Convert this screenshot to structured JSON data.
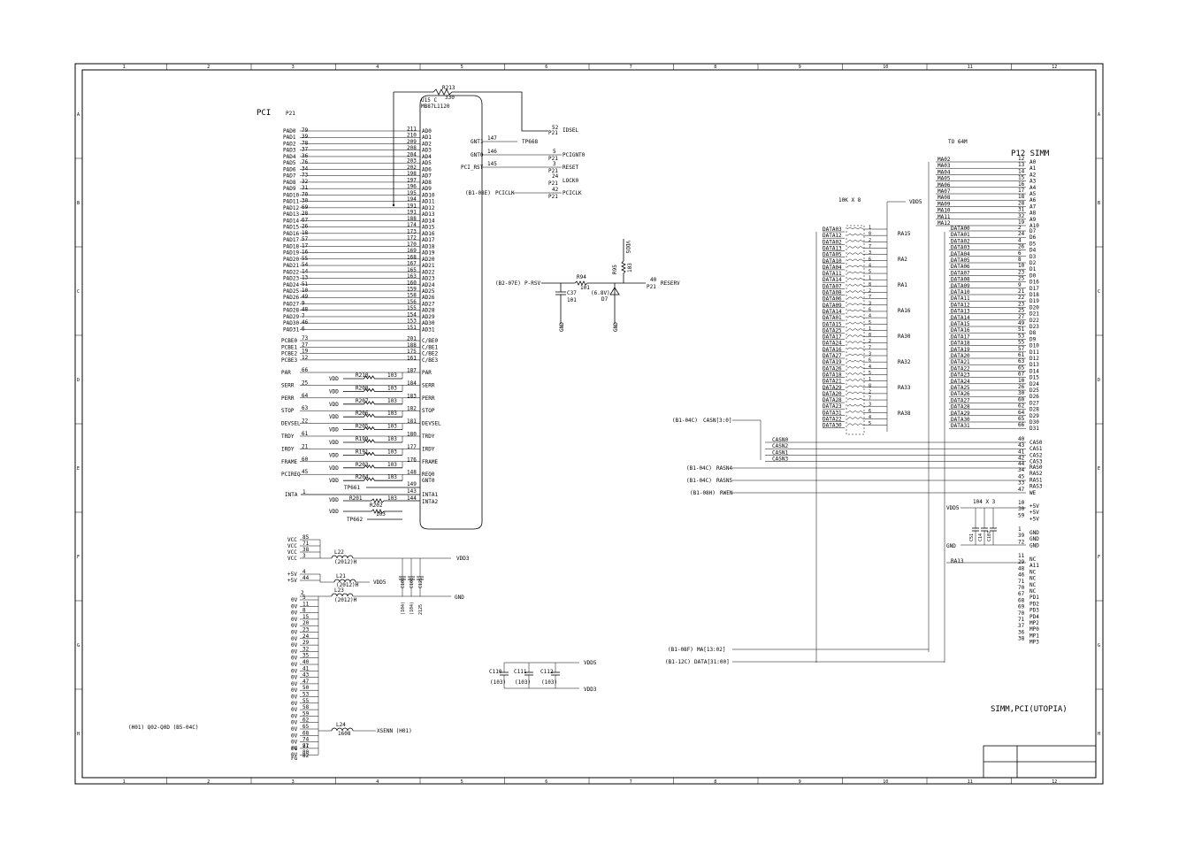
{
  "border": {
    "cols": [
      "1",
      "2",
      "3",
      "4",
      "5",
      "6",
      "7",
      "8",
      "9",
      "10",
      "11",
      "12"
    ],
    "rows": [
      "A",
      "B",
      "C",
      "D",
      "E",
      "F",
      "G",
      "H"
    ]
  },
  "pci": {
    "label": "PCI",
    "connector": "P21",
    "chip_ref": "U15 C",
    "chip_part": "MB87L1120",
    "r213": "R213",
    "r213_val": "330",
    "pins": [
      {
        "net": "PAD0",
        "p": "79",
        "u": "211",
        "sig": "AD0"
      },
      {
        "net": "PAD1",
        "p": "39",
        "u": "210",
        "sig": "AD1"
      },
      {
        "net": "PAD2",
        "p": "78",
        "u": "209",
        "sig": "AD2"
      },
      {
        "net": "PAD3",
        "p": "37",
        "u": "208",
        "sig": "AD3"
      },
      {
        "net": "PAD4",
        "p": "36",
        "u": "204",
        "sig": "AD4"
      },
      {
        "net": "PAD5",
        "p": "76",
        "u": "203",
        "sig": "AD5"
      },
      {
        "net": "PAD6",
        "p": "34",
        "u": "202",
        "sig": "AD6"
      },
      {
        "net": "PAD7",
        "p": "73",
        "u": "198",
        "sig": "AD7"
      },
      {
        "net": "PAD8",
        "p": "32",
        "u": "197",
        "sig": "AD8"
      },
      {
        "net": "PAD9",
        "p": "31",
        "u": "196",
        "sig": "AD9"
      },
      {
        "net": "PAD10",
        "p": "70",
        "u": "195",
        "sig": "AD10"
      },
      {
        "net": "PAD11",
        "p": "30",
        "u": "194",
        "sig": "AD11"
      },
      {
        "net": "PAD12",
        "p": "69",
        "u": "191",
        "sig": "AD12"
      },
      {
        "net": "PAD13",
        "p": "28",
        "u": "191",
        "sig": "AD13"
      },
      {
        "net": "PAD14",
        "p": "67",
        "u": "188",
        "sig": "AD14"
      },
      {
        "net": "PAD15",
        "p": "26",
        "u": "174",
        "sig": "AD15"
      },
      {
        "net": "PAD16",
        "p": "18",
        "u": "173",
        "sig": "AD16"
      },
      {
        "net": "PAD17",
        "p": "57",
        "u": "172",
        "sig": "AD17"
      },
      {
        "net": "PAD18",
        "p": "17",
        "u": "170",
        "sig": "AD18"
      },
      {
        "net": "PAD19",
        "p": "16",
        "u": "169",
        "sig": "AD19"
      },
      {
        "net": "PAD20",
        "p": "55",
        "u": "168",
        "sig": "AD20"
      },
      {
        "net": "PAD21",
        "p": "54",
        "u": "167",
        "sig": "AD21"
      },
      {
        "net": "PAD22",
        "p": "14",
        "u": "165",
        "sig": "AD22"
      },
      {
        "net": "PAD23",
        "p": "13",
        "u": "163",
        "sig": "AD23"
      },
      {
        "net": "PAD24",
        "p": "51",
        "u": "160",
        "sig": "AD24"
      },
      {
        "net": "PAD25",
        "p": "10",
        "u": "159",
        "sig": "AD25"
      },
      {
        "net": "PAD26",
        "p": "49",
        "u": "158",
        "sig": "AD26"
      },
      {
        "net": "PAD27",
        "p": "9",
        "u": "156",
        "sig": "AD27"
      },
      {
        "net": "PAD28",
        "p": "48",
        "u": "155",
        "sig": "AD28"
      },
      {
        "net": "PAD29",
        "p": "7",
        "u": "154",
        "sig": "AD29"
      },
      {
        "net": "PAD30",
        "p": "46",
        "u": "153",
        "sig": "AD30"
      },
      {
        "net": "PAD31",
        "p": "6",
        "u": "151",
        "sig": "AD31"
      }
    ],
    "cbe": [
      {
        "net": "PCBE0",
        "p": "73",
        "u": "201",
        "sig": "C/BE0"
      },
      {
        "net": "PCBE1",
        "p": "27",
        "u": "188",
        "sig": "C/BE1"
      },
      {
        "net": "PCBE2",
        "p": "19",
        "u": "175",
        "sig": "C/BE2"
      },
      {
        "net": "PCBE3",
        "p": "12",
        "u": "161",
        "sig": "C/BE3"
      }
    ],
    "ctrl": [
      {
        "net": "PAR",
        "p": "66",
        "r": "R210",
        "rv": "103",
        "u": "187",
        "sig": "PAR"
      },
      {
        "net": "SERR",
        "p": "25",
        "r": "R208",
        "rv": "103",
        "u": "184",
        "sig": "SERR"
      },
      {
        "net": "PERR",
        "p": "64",
        "r": "R207",
        "rv": "103",
        "u": "183",
        "sig": "PERR"
      },
      {
        "net": "STOP",
        "p": "63",
        "r": "R206",
        "rv": "103",
        "u": "182",
        "sig": "STOP"
      },
      {
        "net": "DEVSEL",
        "p": "22",
        "r": "R205",
        "rv": "103",
        "u": "181",
        "sig": "DEVSEL"
      },
      {
        "net": "TRDY",
        "p": "61",
        "r": "R199",
        "rv": "103",
        "u": "180",
        "sig": "TRDY"
      },
      {
        "net": "IRDY",
        "p": "21",
        "r": "R191",
        "rv": "103",
        "u": "177",
        "sig": "IRDY"
      },
      {
        "net": "FRAME",
        "p": "60",
        "r": "R203",
        "rv": "103",
        "u": "176",
        "sig": "FRAME"
      },
      {
        "net": "PCIREQ",
        "p": "45",
        "r": "R204",
        "rv": "103",
        "u": "148",
        "sig": "REQ0"
      }
    ],
    "vdd": "VDD",
    "tp_gnt1": "TP661",
    "inta_net": "INTA",
    "inta_p": "1",
    "u143": "143",
    "u144": "144",
    "inta1": "INTA1",
    "inta2": "INTA2",
    "r201": "R201",
    "r201v": "103",
    "r202": "R202",
    "r202v": "103",
    "tp662": "TP662",
    "u149": "149",
    "gnt0": "GNT0",
    "right_pins": {
      "gnt1_net": "GNT1",
      "gnt1_pin": "147",
      "gnt1_tp": "TP668",
      "gnt0_net": "GNT0",
      "gnt0_pin": "146",
      "pcignt0": "PCIGNT0",
      "p5": "5",
      "p21a": "P21",
      "rst_net": "PCI_RST",
      "rst_pin": "145",
      "reset": "RESET",
      "p3": "3",
      "lock": "LOCK0",
      "p24": "24",
      "clk_src": "(B1-08E)",
      "clk_net": "PCICLK",
      "p42": "42",
      "pciclk": "PCICLK",
      "idsel": "IDSEL",
      "p52": "52"
    }
  },
  "power": {
    "vcc": [
      "VCC",
      "VCC",
      "VCC",
      "VCC"
    ],
    "vcc_pins": [
      "85",
      "71",
      "38",
      "3"
    ],
    "l22": "L22",
    "l22v": "(2012)H",
    "vdd3": "VDD3",
    "p5v": [
      "+5V",
      "+5V"
    ],
    "p5v_pins": [
      "4",
      "44"
    ],
    "l21": "L21",
    "l21v": "(2012)H",
    "vdd5": "VDD5",
    "l23": "L23",
    "l23v": "(2012)H",
    "gnd": "GND",
    "c_labels": [
      "C109",
      "C108",
      "C125"
    ],
    "c_vals": [
      "(104)",
      "(104)",
      "2125"
    ],
    "gv_pins": [
      "2",
      "5",
      "11",
      "8",
      "15",
      "20",
      "23",
      "24",
      "29",
      "32",
      "35",
      "40",
      "41",
      "43",
      "47",
      "50",
      "53",
      "55",
      "58",
      "59",
      "62",
      "65",
      "68",
      "74",
      "77",
      "80"
    ],
    "gv": "0V",
    "xsenn_src": "(H01) Q02-Q0D (B5-04C)",
    "l24": "L24",
    "l24v": "1608",
    "xsenn": "XSENN (H01)",
    "fg": [
      "FG",
      "FG"
    ],
    "fg_pins": [
      "81",
      "82"
    ]
  },
  "reserv": {
    "src": "(B2-07E)",
    "net": "P-RSV",
    "r94": "R94",
    "r94v": "101",
    "c37": "C37",
    "c37v": "101",
    "zener": "(6.8V)",
    "d7": "D7",
    "r95": "R95",
    "r95v": "103",
    "vdd5": "VDD5",
    "pin": "40",
    "conn": "P21",
    "reserv": "RESERV",
    "gnd": "GND"
  },
  "decoupling": {
    "caps": [
      {
        "ref": "C110",
        "val": "(103)"
      },
      {
        "ref": "C111",
        "val": "(103)"
      },
      {
        "ref": "C112",
        "val": "(103)"
      }
    ],
    "vdd5": "VDD5",
    "vdd3": "VDD3"
  },
  "ra": {
    "title": "10K X 8",
    "vdd5": "VDD5",
    "packs": [
      "RA15",
      "RA2",
      "RA1",
      "RA16",
      "RA30",
      "RA32",
      "RA33",
      "RA38"
    ],
    "data_order": [
      "DATA03",
      "DATA12",
      "DATA02",
      "DATA13",
      "DATA05",
      "DATA10",
      "DATA04",
      "DATA11",
      "DATA14",
      "DATA07",
      "DATA08",
      "DATA06",
      "DATA09",
      "DATA14",
      "DATA01",
      "DATA15",
      "DATA25",
      "DATA17",
      "DATA24",
      "DATA16",
      "DATA27",
      "DATA19",
      "DATA26",
      "DATA18",
      "DATA21",
      "DATA29",
      "DATA20",
      "DATA28",
      "DATA23",
      "DATA31",
      "DATA22",
      "DATA30"
    ],
    "pin_labels": [
      "1",
      "8",
      "2",
      "7",
      "3",
      "6",
      "4",
      "5"
    ]
  },
  "simm": {
    "to": "TO 64M",
    "title": "P12 SIMM",
    "ma_nets": [
      "MA02",
      "MA03",
      "MA04",
      "MA05",
      "MA06",
      "MA07",
      "MA08",
      "MA09",
      "MA10",
      "MA11",
      "MA12"
    ],
    "ma_pins": [
      "12",
      "13",
      "14",
      "15",
      "16",
      "17",
      "18",
      "28",
      "31",
      "32",
      "19"
    ],
    "ma_sigs": [
      "A0",
      "A1",
      "A2",
      "A3",
      "A4",
      "A5",
      "A6",
      "A7",
      "A8",
      "A9",
      "A10"
    ],
    "d_nets": [
      "DATA00",
      "DATA01",
      "DATA02",
      "DATA03",
      "DATA04",
      "DATA05",
      "DATA06",
      "DATA07",
      "DATA08",
      "DATA09",
      "DATA10",
      "DATA11",
      "DATA12",
      "DATA13",
      "DATA14",
      "DATA15",
      "DATA16",
      "DATA17",
      "DATA18",
      "DATA19",
      "DATA20",
      "DATA21",
      "DATA22",
      "DATA23",
      "DATA24",
      "DATA25",
      "DATA26",
      "DATA27",
      "DATA28",
      "DATA29",
      "DATA30",
      "DATA31"
    ],
    "d_pins": [
      "2",
      "24",
      "4",
      "26",
      "6",
      "8",
      "10",
      "23",
      "25",
      "9",
      "21",
      "22",
      "23",
      "25",
      "27",
      "49",
      "51",
      "53",
      "55",
      "57",
      "61",
      "63",
      "65",
      "67",
      "10",
      "26",
      "30",
      "60",
      "62",
      "64",
      "65",
      "66"
    ],
    "d_sigs": [
      "D7",
      "D6",
      "D5",
      "D4",
      "D3",
      "D2",
      "D1",
      "D0",
      "D16",
      "D17",
      "D18",
      "D19",
      "D20",
      "D21",
      "D22",
      "D23",
      "D8",
      "D9",
      "D10",
      "D11",
      "D12",
      "D13",
      "D14",
      "D15",
      "D24",
      "D25",
      "D26",
      "D27",
      "D28",
      "D29",
      "D30",
      "D31"
    ],
    "cas_src": "(B1-04C)",
    "cas_bus": "CASN[3:0]",
    "cas_nets": [
      "CASN0",
      "CASN2",
      "CASN1",
      "CASN3"
    ],
    "cas_pins": [
      "40",
      "43",
      "41",
      "42"
    ],
    "cas_sigs": [
      "CAS0",
      "CAS1",
      "CAS2",
      "CAS3"
    ],
    "ras4_src": "(B1-04C)",
    "ras4": "RASN4",
    "ras5_src": "(B1-04C)",
    "ras5": "RASN5",
    "rwen_src": "(B1-08H)",
    "rwen": "RWEN",
    "ras_pins": [
      "44",
      "34",
      "45",
      "33",
      "47"
    ],
    "ras_sigs": [
      "RAS0",
      "RAS2",
      "RAS1",
      "RAS3",
      "WE"
    ],
    "vdd5": "VDD5",
    "cap_label": "104 X 3",
    "pwr_pins": [
      "10",
      "30",
      "59"
    ],
    "pwr_sigs": [
      "+5V",
      "+5V",
      "+5V"
    ],
    "caps": [
      "C51",
      "C14",
      "C107"
    ],
    "gnd": "GND",
    "gnd_pins": [
      "1",
      "39",
      "72"
    ],
    "gnd_sigs": [
      "GND",
      "GND",
      "GND"
    ],
    "ma13": "RA13",
    "nc_pins": [
      "11",
      "29",
      "48",
      "46",
      "71",
      "70",
      "67",
      "68",
      "69",
      "70",
      "71",
      "37",
      "36",
      "38"
    ],
    "nc_sigs": [
      "NC",
      "A11",
      "NC",
      "NC",
      "NC",
      "NC",
      "PD1",
      "PD2",
      "PD3",
      "PD4",
      "MP2",
      "MP0",
      "MP1",
      "MP3"
    ],
    "ma_src": "(B1-08F)",
    "ma_bus": "MA[13:02]",
    "data_src": "(B1-12C)",
    "data_bus": "DATA[31:00]"
  },
  "title_block": {
    "title": "SIMM,PCI(UTOPIA)"
  }
}
